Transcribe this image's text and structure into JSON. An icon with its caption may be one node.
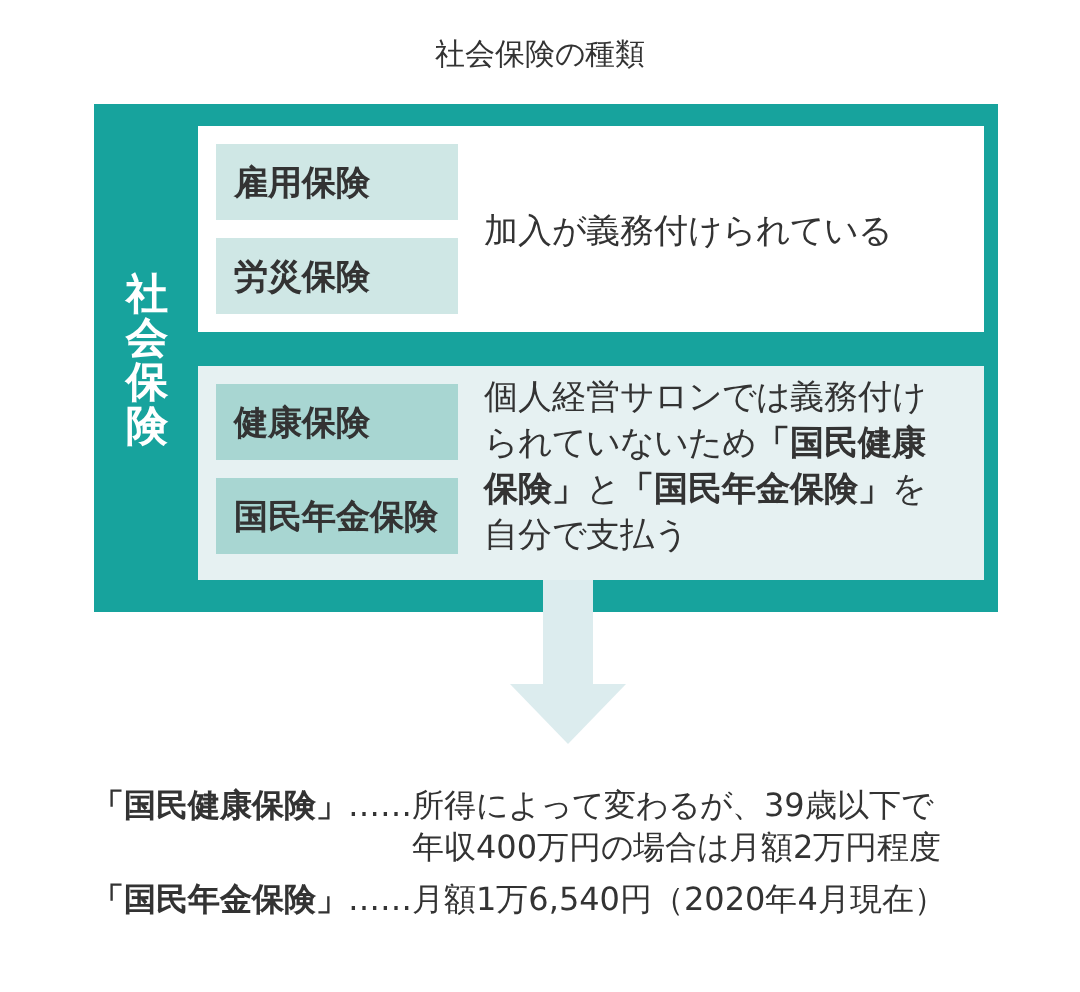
{
  "diagram": {
    "title": "社会保険の種類",
    "nodes": [
      {
        "text": [
          "社会保険"
        ]
      },
      {
        "text": [
          "加入が義務付けられている"
        ],
        "in": 0
      },
      {
        "text": [
          "雇用保険"
        ],
        "in": 1
      },
      {
        "text": [
          "労災保険"
        ],
        "in": 1
      },
      {
        "text": [
          "個人経営サロンでは義務付けられていないため**「国民健康保険」**と**「国民年金保険」**を自分で支払う"
        ],
        "in": 0
      },
      {
        "text": [
          "健康保険"
        ],
        "in": 4
      },
      {
        "text": [
          "国民年金保険"
        ],
        "in": 4
      },
      {
        "text": [
          "**「国民健康保険」**……所得によって変わるが、39歳以下で年収400万円の場合は月額2万円程度",
          "**「国民年金保険」**……月額1万6,540円（2020年4月現在）"
        ]
      }
    ],
    "edges": [
      {
        "from": 4,
        "to": 7,
        "arrow": "to"
      }
    ]
  }
}
